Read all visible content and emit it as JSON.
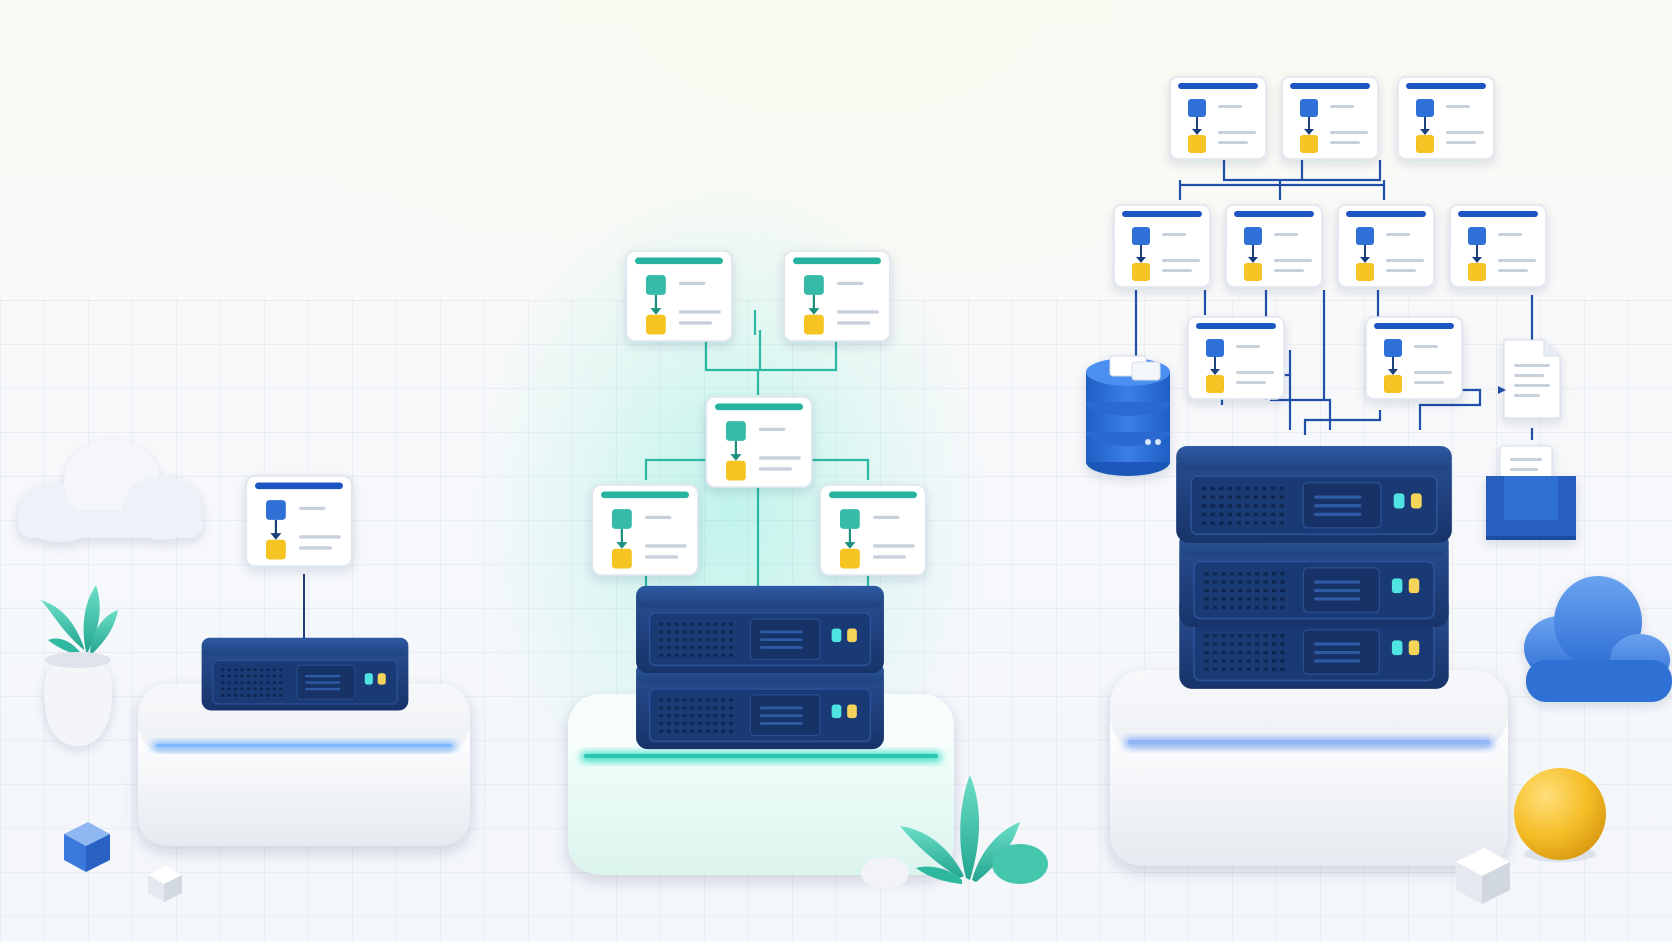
{
  "palette": {
    "navy": "#1f3f7a",
    "navy_dark": "#16305f",
    "blue": "#2d6fd6",
    "teal": "#2bb9a3",
    "yellow": "#f5c324",
    "white": "#ffffff"
  },
  "scene": {
    "tiers": [
      {
        "name": "small",
        "server_units": 1,
        "workflow_cards": 1,
        "accent": "#3c7fe0"
      },
      {
        "name": "medium",
        "server_units": 2,
        "workflow_cards": 5,
        "accent": "#2bc7b0"
      },
      {
        "name": "large",
        "server_units": 3,
        "workflow_cards": 9,
        "accent": "#5a86e0"
      }
    ],
    "decorations": [
      "cloud",
      "plant",
      "cube",
      "sphere",
      "database",
      "document",
      "inbox"
    ]
  }
}
